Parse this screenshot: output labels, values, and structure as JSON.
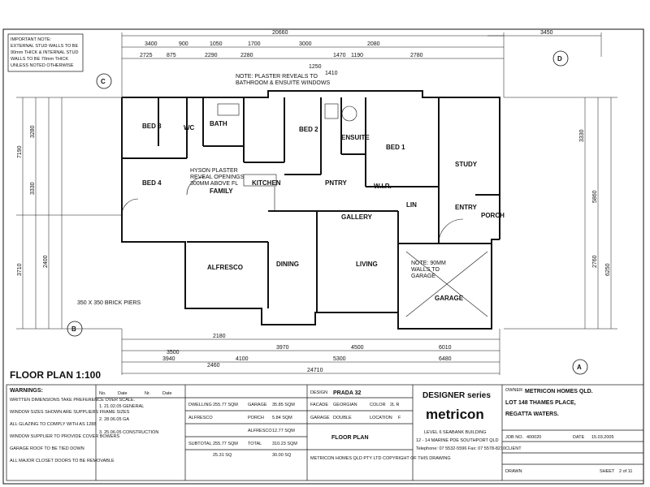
{
  "important_note": [
    "IMPORTANT NOTE:",
    "EXTERNAL STUD WALLS TO BE",
    "90mm THICK & INTERNAL STUD",
    "WALLS TO BE 70mm THICK",
    "UNLESS NOTED OTHERWISE"
  ],
  "top_dims": {
    "overall": "20660",
    "right": "3450",
    "row1": [
      "3400",
      "900",
      "1050",
      "1700",
      "3000",
      "2080",
      "1470",
      "1190"
    ],
    "row2": [
      "2725",
      "875",
      "2290",
      "2280",
      "1250",
      "1410",
      "2780"
    ]
  },
  "bottom_dims": {
    "overall": "24710",
    "row1": [
      "2180",
      "3970",
      "4500",
      "6010"
    ],
    "row2": [
      "3940",
      "4100",
      "5300",
      "6480"
    ],
    "row3": [
      "3500",
      "2460"
    ]
  },
  "left_dims": [
    "7190",
    "3710",
    "3280",
    "3330",
    "2400"
  ],
  "right_dims": [
    "3330",
    "5860",
    "2760",
    "6250"
  ],
  "section_markers": [
    "A",
    "B",
    "C",
    "D"
  ],
  "rooms": {
    "bed3": "BED 3",
    "bed2": "BED 2",
    "bed4": "BED 4",
    "bed1": "BED 1",
    "bath": "BATH",
    "ensuite": "ENSUITE",
    "wc": "WC",
    "study": "STUDY",
    "entry": "ENTRY",
    "porch": "PORCH",
    "family": "FAMILY",
    "kitchen": "KITCHEN",
    "pantry": "PNTRY",
    "wir": "W.I.R.",
    "lin": "LIN",
    "alfresco": "ALFRESCO",
    "dining": "DINING",
    "living": "LIVING",
    "garage": "GARAGE",
    "gallery": "GALLERY"
  },
  "annotations": {
    "plaster_reveals": "NOTE: PLASTER REVEALS TO",
    "plaster_reveals2": "BATHROOM & ENSUITE WINDOWS",
    "family_note1": "HYSON PLASTER",
    "family_note2": "REVEAL OPENINGS",
    "family_note3": "300MM ABOVE FL",
    "garage_note1": "NOTE: 90MM",
    "garage_note2": "WALLS TO",
    "garage_note3": "GARAGE",
    "brick_piers": "350 X 350 BRICK PIERS"
  },
  "floor_plan_label": "FLOOR PLAN 1:100",
  "title_block": {
    "warnings_header": "WARNINGS:",
    "warnings": [
      "WRITTEN DIMENSIONS TAKE PREFERENCE OVER SCALE.",
      "WINDOW SIZES SHOWN ARE SUPPLIERS FRAME SIZES",
      "ALL GLAZING TO COMPLY WITH AS 1288",
      "WINDOW SUPPLIER TO PROVIDE COVER BOWERS",
      "GARAGE ROOF TO BE TIED DOWN",
      "ALL MAJOR CLOSET DOORS TO BE REMOVABLE"
    ],
    "revisions_header": [
      "No.",
      "Date",
      "Nr.",
      "Date"
    ],
    "revisions": [
      "1. 21.02.05 GENERAL",
      "2. 28.06.05 GA",
      "3. 25.06.05 CONSTRUCTION"
    ],
    "areas": [
      {
        "label": "DWELLING",
        "v1": "255.77 SQM",
        "l2": "GARAGE",
        "v2": "35.85 SQM"
      },
      {
        "label": "ALFRESCO",
        "v1": "",
        "l2": "PORCH",
        "v2": "5.84 SQM"
      },
      {
        "label": "",
        "v1": "",
        "l2": "ALFRESCO",
        "v2": "12.77 SQM"
      },
      {
        "label": "SUBTOTAL",
        "v1": "255.77 SQM",
        "l2": "TOTAL",
        "v2": "310.23 SQM"
      },
      {
        "label": "",
        "v1": "25.31 SQ",
        "l2": "",
        "v2": "30.00 SQ"
      }
    ],
    "design_label": "DESIGN",
    "design_value": "PRADA 32",
    "facade_label": "FACADE",
    "facade_value": "GEORGIAN",
    "color_label": "COLOR",
    "color_value": "2L R",
    "garage_label": "GARAGE",
    "garage_value": "DOUBLE",
    "location_label": "LOCATION",
    "location_value": "F",
    "sheet_title": "FLOOR PLAN",
    "copyright": "METRICON HOMES QLD PTY LTD COPYRIGHT OF THIS DRAWING",
    "series": "DESIGNER series",
    "brand": "metricon",
    "address_company": [
      "LEVEL 6 SEABANK BUILDING",
      "12 - 14 MARINE PDE SOUTHPORT QLD",
      "Telephone: 07 5532-5596 Fax: 07 5578-8210"
    ],
    "owner_label": "OWNER",
    "owner_lines": [
      "METRICON HOMES QLD.",
      "LOT 148 THAMES PLACE,",
      "REGATTA WATERS."
    ],
    "job_no_label": "JOB NO.",
    "job_no": "400020",
    "date_label": "DATE",
    "date_value": "15.03.2005",
    "client_label": "CLIENT",
    "drawn_label": "DRAWN",
    "sheet_label": "SHEET",
    "sheet_value": "2 of 11"
  }
}
